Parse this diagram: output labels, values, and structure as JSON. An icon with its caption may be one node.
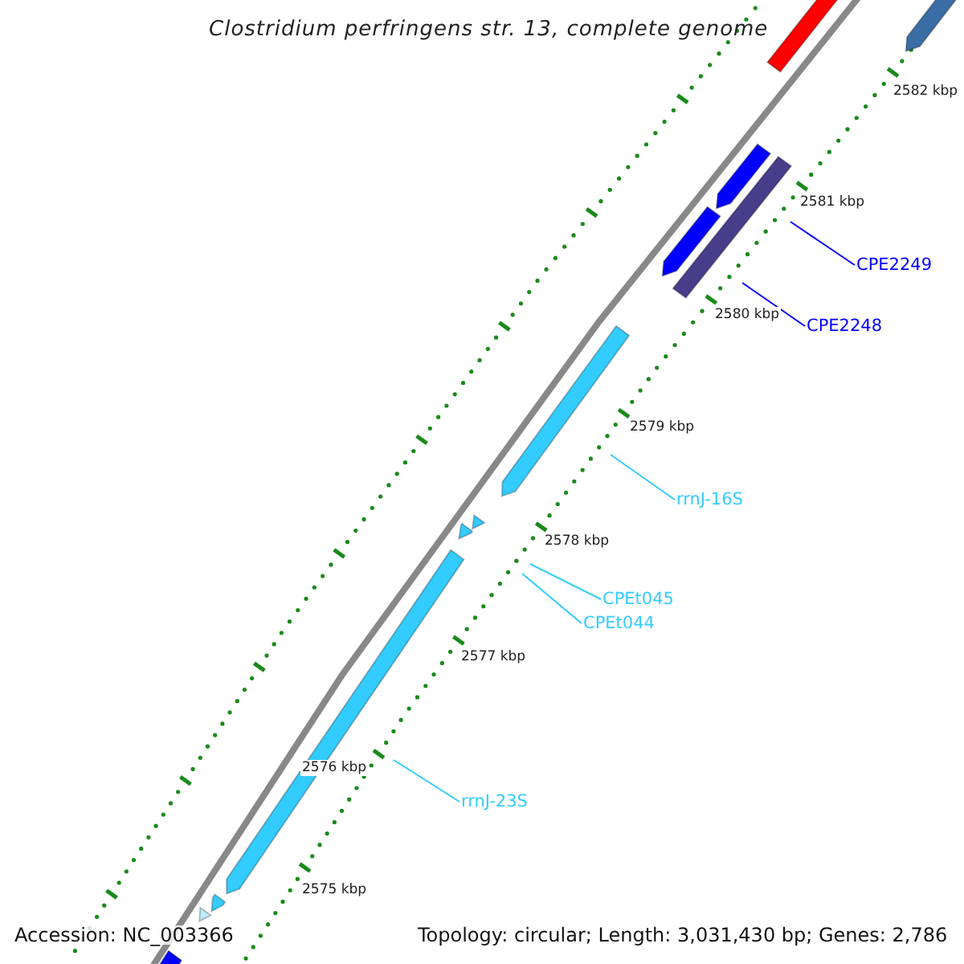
{
  "diagram": {
    "title": "Clostridium perfringens str. 13, complete genome",
    "nodes": [
      {
        "text": [
          "CPE2249"
        ]
      },
      {
        "text": [
          "CPE2248"
        ]
      },
      {
        "text": [
          "rrnJ-16S"
        ]
      },
      {
        "text": [
          "CPEt045"
        ]
      },
      {
        "text": [
          "CPEt044"
        ]
      },
      {
        "text": [
          "rrnJ-23S"
        ]
      }
    ],
    "edges": [
      {
        "from": 0,
        "to": null,
        "arrow": "none",
        "color": "#0000ff"
      },
      {
        "from": 1,
        "to": null,
        "arrow": "none",
        "color": "#0000ff"
      },
      {
        "from": 2,
        "to": null,
        "arrow": "none"
      },
      {
        "from": 3,
        "to": null,
        "arrow": "none"
      },
      {
        "from": 4,
        "to": null,
        "arrow": "none"
      },
      {
        "from": 5,
        "to": null,
        "arrow": "none"
      }
    ],
    "labels": [
      "2582 kbp",
      "2581 kbp",
      "2580 kbp",
      "2579 kbp",
      "2578 kbp",
      "2577 kbp",
      "2576 kbp",
      "2575 kbp",
      "Accession: NC_003366",
      "Topology: circular; Length: 3,031,430 bp; Genes: 2,786"
    ]
  }
}
